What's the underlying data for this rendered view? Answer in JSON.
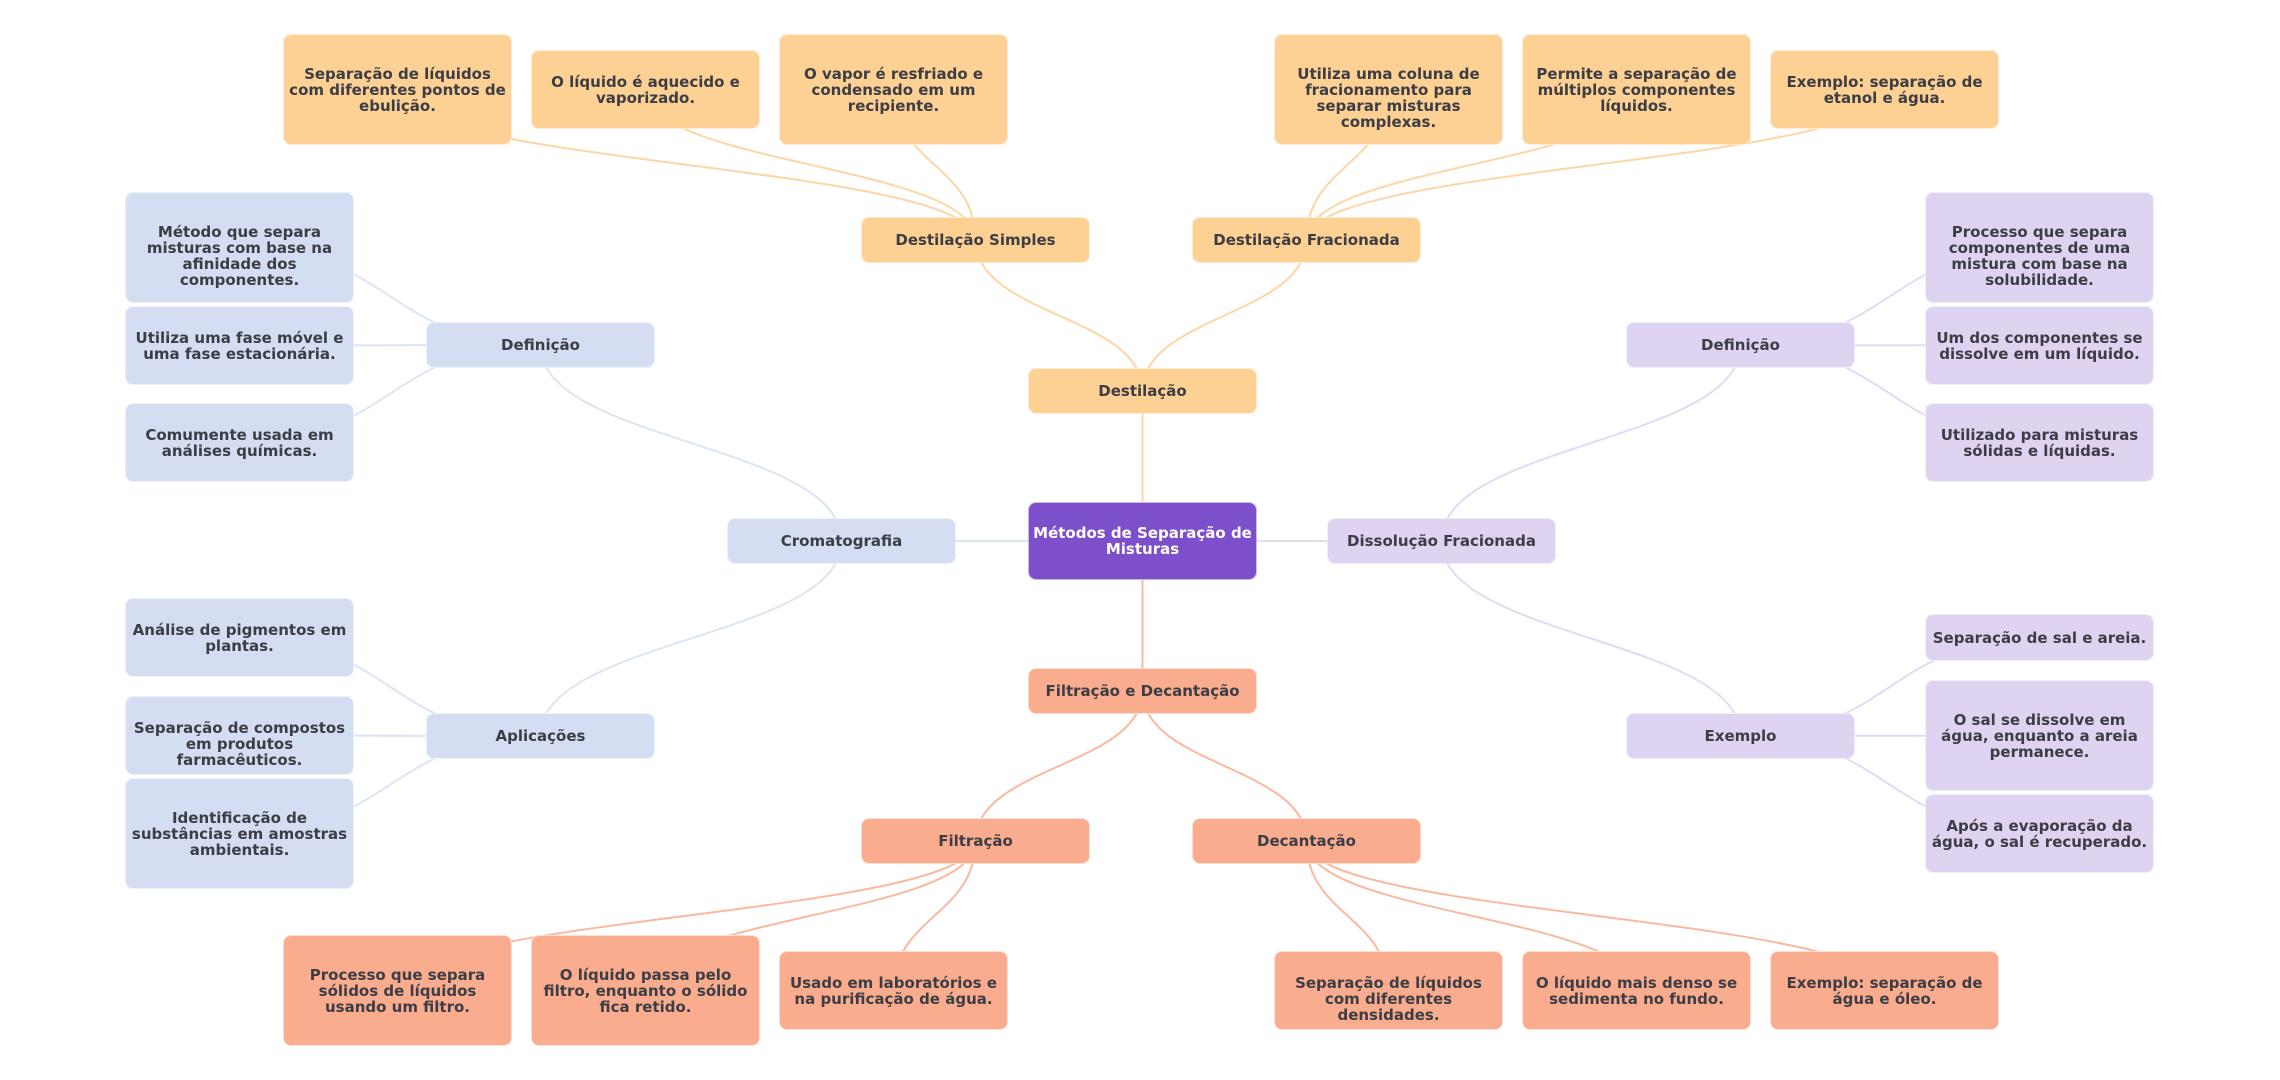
{
  "colors": {
    "root": "#7e4fcb",
    "destilacao": "#fdd093",
    "filtracao": "#f9ac8e",
    "cromatografia": "#d4ddf1",
    "dissolucao": "#ded3f1",
    "edge_destilacao": "#fdd6a6",
    "edge_filtracao": "#f9b9a0",
    "edge_cromatografia": "#dde4f4",
    "edge_dissolucao": "#e4daf4",
    "text": "#3d3d45"
  },
  "root": {
    "label": "Métodos de Separação de Misturas"
  },
  "branches": {
    "destilacao": {
      "label": "Destilação",
      "simples": {
        "label": "Destilação Simples",
        "leaves": [
          "Separação de líquidos com diferentes pontos de ebulição.",
          "O líquido é aquecido e vaporizado.",
          "O vapor é resfriado e condensado em um recipiente."
        ]
      },
      "fracionada": {
        "label": "Destilação Fracionada",
        "leaves": [
          "Utiliza uma coluna de fracionamento para separar misturas complexas.",
          "Permite a separação de múltiplos componentes líquidos.",
          "Exemplo: separação de etanol e água."
        ]
      }
    },
    "filtracao_decantacao": {
      "label": "Filtração e Decantação",
      "filtracao": {
        "label": "Filtração",
        "leaves": [
          "Processo que separa sólidos de líquidos usando um filtro.",
          "O líquido passa pelo filtro, enquanto o sólido fica retido.",
          "Usado em laboratórios e na purificação de água."
        ]
      },
      "decantacao": {
        "label": "Decantação",
        "leaves": [
          "Separação de líquidos com diferentes densidades.",
          "O líquido mais denso se sedimenta no fundo.",
          "Exemplo: separação de água e óleo."
        ]
      }
    },
    "cromatografia": {
      "label": "Cromatografia",
      "definicao": {
        "label": "Definição",
        "leaves": [
          "Método que separa misturas com base na afinidade dos componentes.",
          "Utiliza uma fase móvel e uma fase estacionária.",
          "Comumente usada em análises químicas."
        ]
      },
      "aplicacoes": {
        "label": "Aplicações",
        "leaves": [
          "Análise de pigmentos em plantas.",
          "Separação de compostos em produtos farmacêuticos.",
          "Identificação de substâncias em amostras ambientais."
        ]
      }
    },
    "dissolucao": {
      "label": "Dissolução Fracionada",
      "definicao": {
        "label": "Definição",
        "leaves": [
          "Processo que separa componentes de uma mistura com base na solubilidade.",
          "Um dos componentes se dissolve em um líquido.",
          "Utilizado para misturas sólidas e líquidas."
        ]
      },
      "exemplo": {
        "label": "Exemplo",
        "leaves": [
          "Separação de sal e areia.",
          "O sal se dissolve em água, enquanto a areia permanece.",
          "Após a evaporação da água, o sal é recuperado."
        ]
      }
    }
  }
}
